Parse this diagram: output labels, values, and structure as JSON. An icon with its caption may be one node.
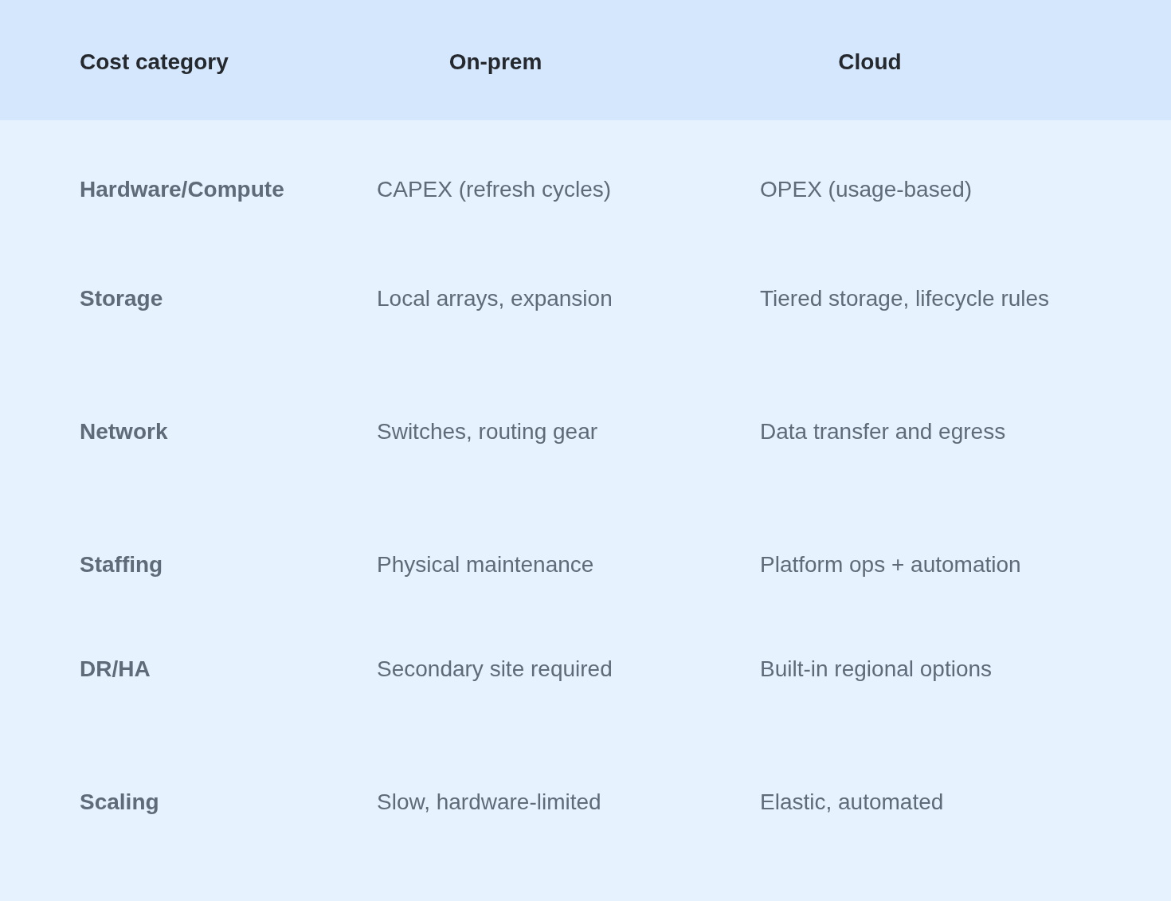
{
  "diagram": {
    "labels": [
      "Cost category",
      "On-prem",
      "Cloud",
      "Hardware/Compute",
      "CAPEX (refresh cycles)",
      "OPEX (usage-based)",
      "Storage",
      "Local arrays, expansion",
      "Tiered storage, lifecycle rules",
      "Network",
      "Switches, routing gear",
      "Data transfer and egress",
      "Staffing",
      "Physical maintenance",
      "Platform ops + automation",
      "DR/HA",
      "Secondary site required",
      "Built-in regional options",
      "Scaling",
      "Slow, hardware-limited",
      "Elastic, automated"
    ]
  }
}
